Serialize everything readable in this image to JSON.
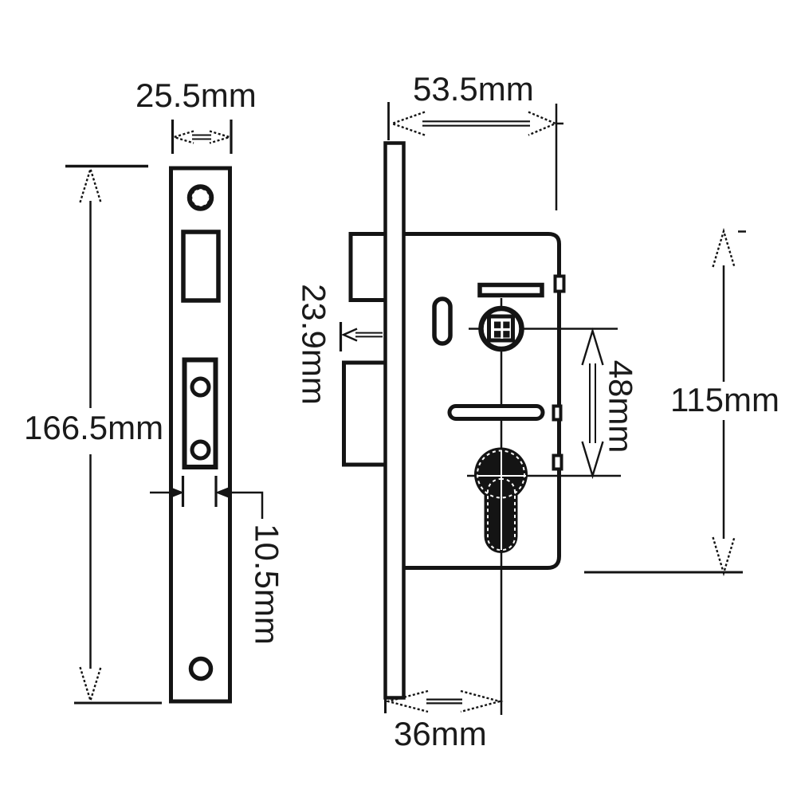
{
  "diagram": {
    "background": "#ffffff",
    "line_color": "#141414",
    "views": {
      "faceplate_front": {
        "width": "25.5mm",
        "height": "166.5mm",
        "cutout_width": "10.5mm"
      },
      "case_side": {
        "width": "53.5mm",
        "bolt_throw": "23.9mm",
        "follower_to_cylinder": "48mm",
        "case_height": "115mm",
        "backset": "36mm"
      }
    }
  }
}
